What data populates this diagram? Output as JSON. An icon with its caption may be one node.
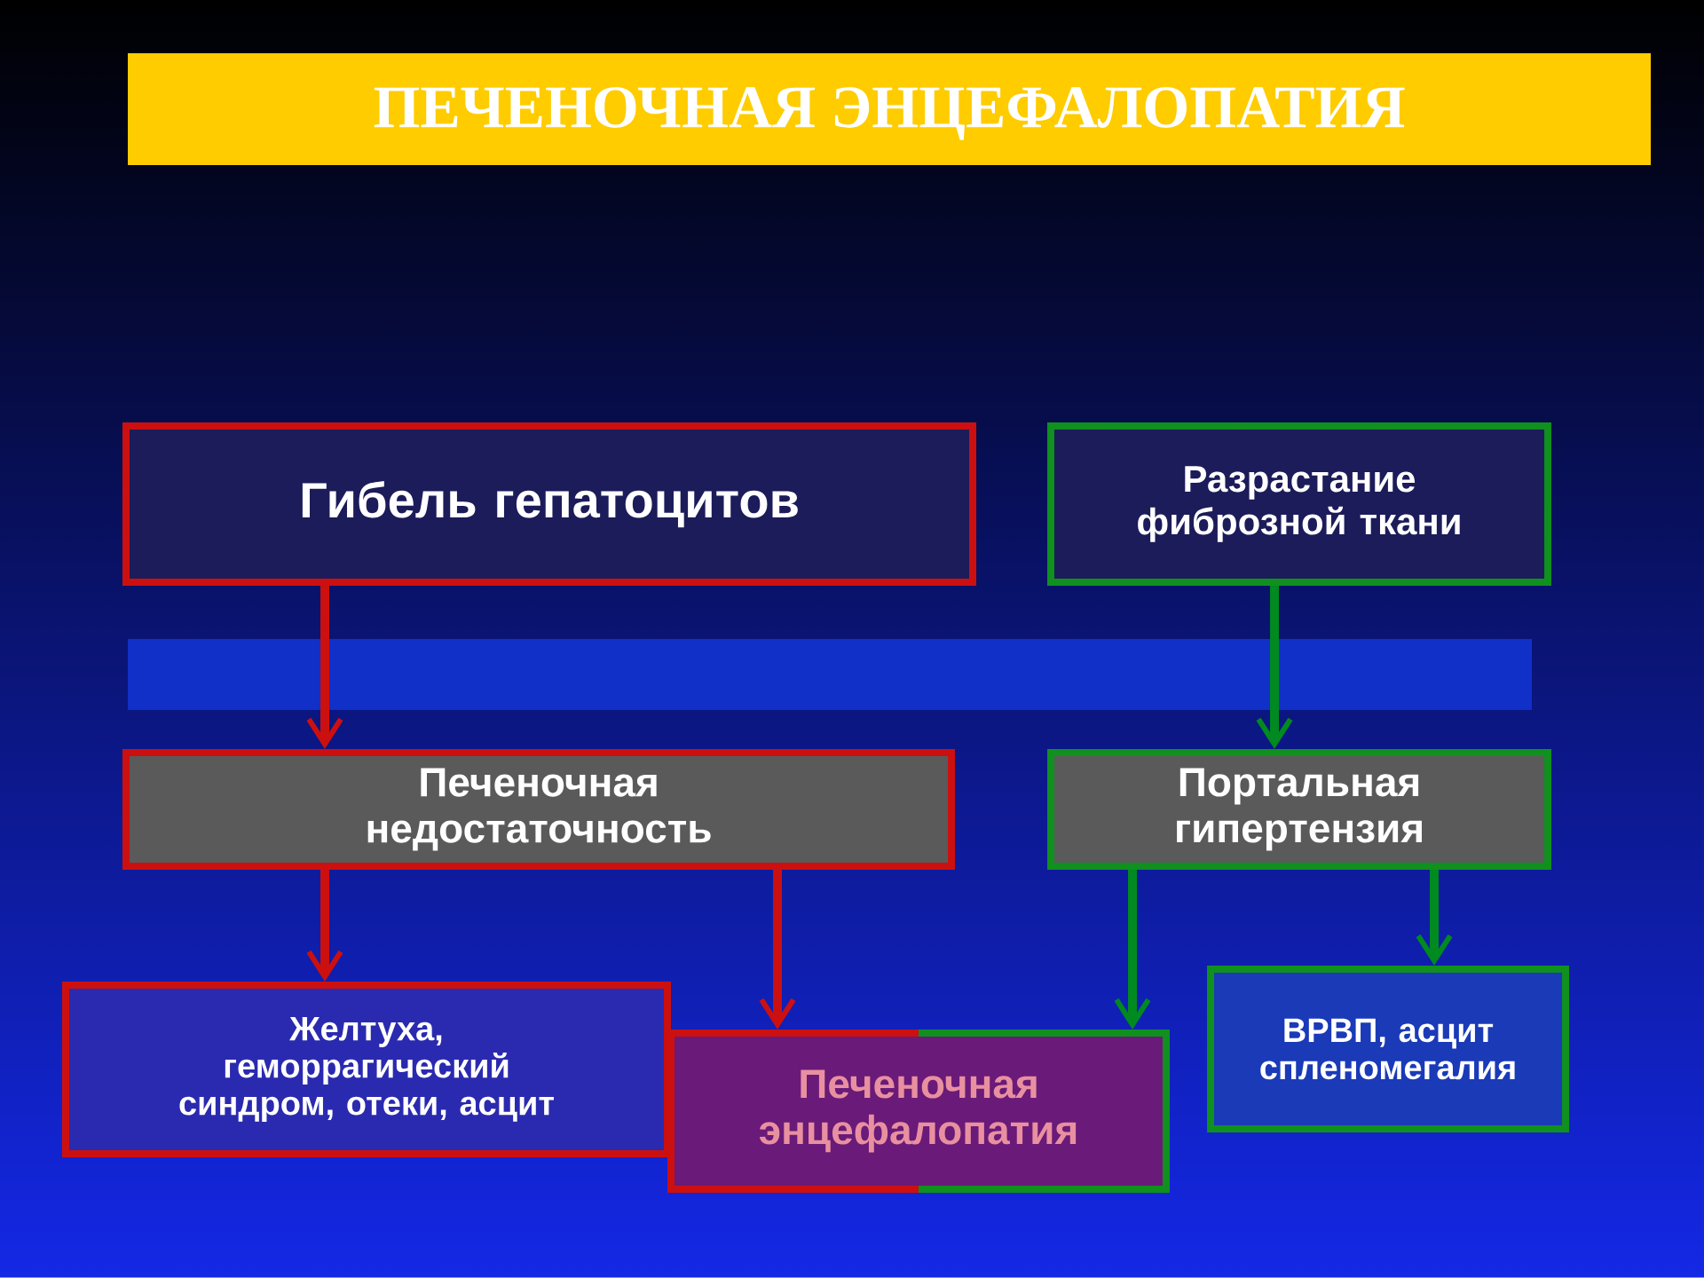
{
  "diagram": {
    "title": "ПЕЧЕНОЧНАЯ ЭНЦЕФАЛОПАТИЯ",
    "nodes": [
      {
        "text": [
          "Гибель гепатоцитов"
        ]
      },
      {
        "text": [
          "Разрастание фиброзной ткани"
        ]
      },
      {
        "text": [
          "Печеночная недостаточность"
        ]
      },
      {
        "text": [
          "Портальная гипертензия"
        ]
      },
      {
        "text": [
          "Желтуха, геморрагический синдром, отеки, асцит"
        ]
      },
      {
        "text": [
          "Печеночная энцефалопатия"
        ]
      },
      {
        "text": [
          "ВРВП, асцит спленомегалия"
        ]
      }
    ],
    "edges": [
      {
        "from": 0,
        "to": 2,
        "arrow": "to"
      },
      {
        "from": 1,
        "to": 3,
        "arrow": "to",
        "color": "#008a20"
      },
      {
        "from": 2,
        "to": 4,
        "arrow": "to"
      },
      {
        "from": 2,
        "to": 5,
        "arrow": "to"
      },
      {
        "from": 3,
        "to": 5,
        "arrow": "to",
        "color": "#008a20"
      },
      {
        "from": 3,
        "to": 6,
        "arrow": "to",
        "color": "#008a20"
      }
    ]
  }
}
